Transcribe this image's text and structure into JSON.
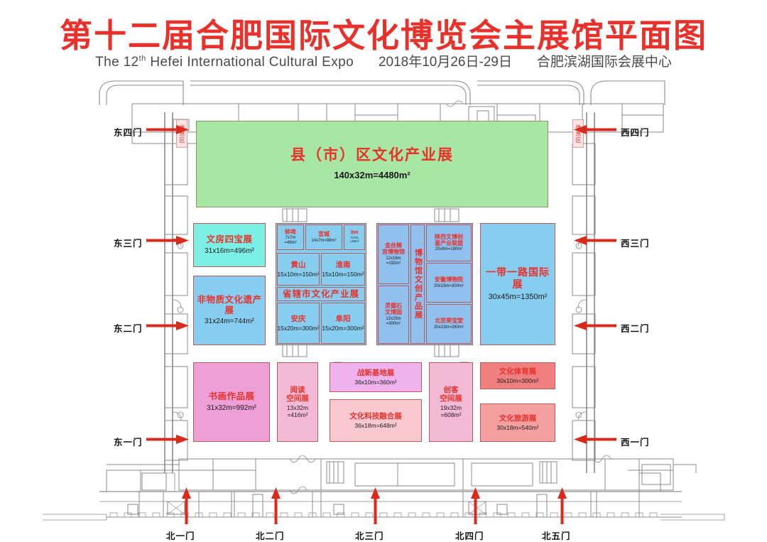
{
  "header": {
    "title_cn": "第十二届合肥国际文化博览会主展馆平面图",
    "title_en_pre": "The 12",
    "title_en_sup": "th",
    "title_en_post": " Hefei International Cultural Expo",
    "dates": "2018年10月26日-29日",
    "venue": "合肥滨湖国际会展中心"
  },
  "colors": {
    "title_red": "#e8312a",
    "subtitle_gray": "#4a4a4a",
    "hall_green": "#a8e6a3",
    "booth_cyan": "#7cf0e4",
    "booth_blue": "#87cdf0",
    "booth_pink": "#ee9fd6",
    "booth_red": "#f08080",
    "arrow_red": "#d92b1c",
    "border_mauve": "#b45f5f",
    "wall_gray": "#8a8a8a"
  },
  "main_hall": {
    "name": "县（市）区文化产业展",
    "size": "140x32m=4480m²"
  },
  "left_booths": [
    {
      "name": "文房四宝展",
      "size": "31x16m=496m²"
    },
    {
      "name": "非物质文化遗产展",
      "size": "31x24m=744m²"
    }
  ],
  "province_section": {
    "band_label": "省辖市文化产业展",
    "cells": [
      {
        "name": "蚌埠",
        "size": "7x7m\n=49m²"
      },
      {
        "name": "宣城",
        "size": "14x7m=98m²"
      },
      {
        "name": "池州",
        "size": "7x7m\n=49m²"
      },
      {
        "name": "黄山",
        "size": "15x10m=150m²"
      },
      {
        "name": "淮南",
        "size": "15x10m=150m²"
      },
      {
        "name": "安庆",
        "size": "15x20m=300m²"
      },
      {
        "name": "阜阳",
        "size": "15x20m=300m²"
      }
    ]
  },
  "museum_section": {
    "strip_label": "博物馆文创产品展",
    "cells": [
      {
        "name": "金丝楠\n宫博物馆",
        "size": "12x16m\n=192m²"
      },
      {
        "name": "灵璧石\n文博园",
        "size": "12x25m\n=300m²"
      },
      {
        "name": "陕西文博创\n意产业联盟",
        "size": "20x9m=180m²"
      },
      {
        "name": "安徽博物院",
        "size": "20x15m=300m²"
      },
      {
        "name": "北京荣宝堂",
        "size": "20x13m=260m²"
      }
    ]
  },
  "right_booth": {
    "name": "一带一路国际展",
    "size": "30x45m=1350m²"
  },
  "bottom_booths": [
    {
      "name": "书画作品展",
      "size": "31x32m=992m²"
    },
    {
      "name": "阅读\n空间展",
      "size": "13x32m\n=416m²"
    },
    {
      "name": "战新基地展",
      "size": "36x10m=360m²"
    },
    {
      "name": "文化科技融合展",
      "size": "36x18m=648m²"
    },
    {
      "name": "创客\n空间展",
      "size": "19x32m\n=608m²"
    },
    {
      "name": "文化体育展",
      "size": "30x10m=300m²"
    },
    {
      "name": "文化旅游展",
      "size": "30x18m=540m²"
    }
  ],
  "rest_areas": [
    {
      "label": "休息区"
    },
    {
      "label": "休息区"
    }
  ],
  "doors": {
    "east": [
      "东四门",
      "东三门",
      "东二门",
      "东一门"
    ],
    "west": [
      "西四门",
      "西三门",
      "西二门",
      "西一门"
    ],
    "north": [
      "北一门",
      "北二门",
      "北三门",
      "北四门",
      "北五门"
    ]
  }
}
